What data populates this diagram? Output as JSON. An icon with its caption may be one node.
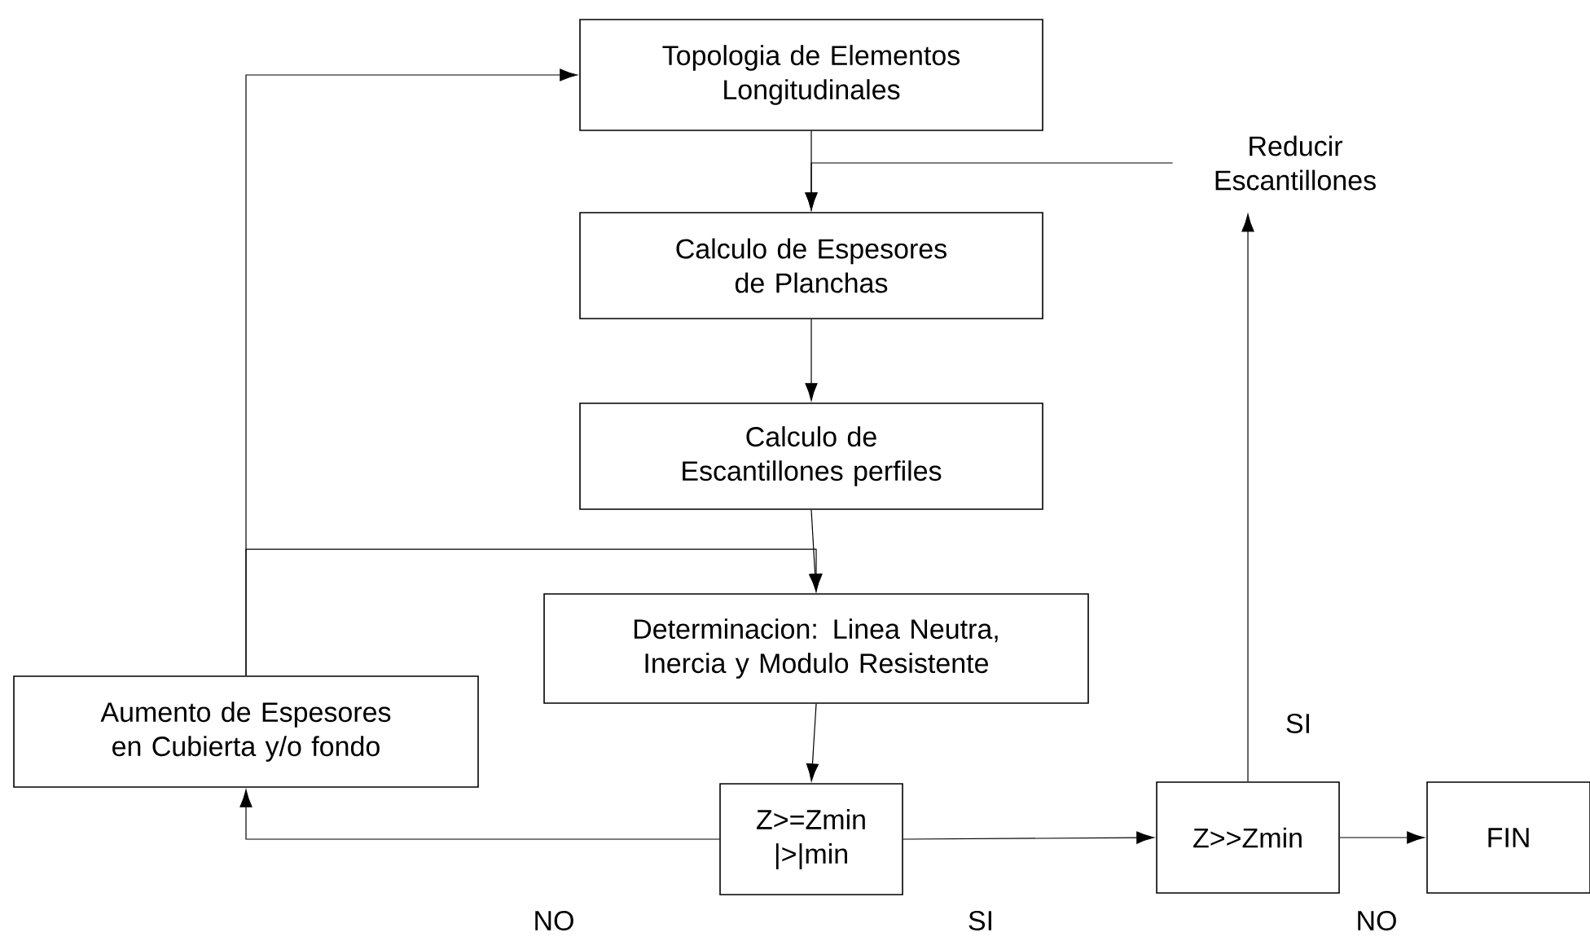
{
  "diagram": {
    "nodes": [
      {
        "text": [
          "Topologia de Elementos Longitudinales"
        ]
      },
      {
        "text": [
          "Reducir Escantillones"
        ]
      },
      {
        "text": [
          "Calculo de Espesores de Planchas"
        ]
      },
      {
        "text": [
          "Calculo de Escantillones perfiles"
        ]
      },
      {
        "text": [
          "Determinacion: Linea Neutra, Inercia y Modulo Resistente"
        ]
      },
      {
        "text": [
          "Aumento de Espesores en Cubierta y/o fondo"
        ]
      },
      {
        "text": [
          "Z>=Zmin |>|min"
        ]
      },
      {
        "text": [
          "Z>>Zmin"
        ]
      },
      {
        "text": [
          "FIN"
        ]
      }
    ],
    "edges": [
      {
        "from": 0,
        "to": 2,
        "arrow": "to"
      },
      {
        "from": 1,
        "to": 2,
        "arrow": "to"
      },
      {
        "from": 2,
        "to": 3,
        "arrow": "to"
      },
      {
        "from": 3,
        "to": 4,
        "arrow": "to"
      },
      {
        "from": 4,
        "to": 6,
        "arrow": "to"
      },
      {
        "from": 6,
        "to": 5,
        "arrow": "to",
        "label": "NO"
      },
      {
        "from": 5,
        "to": 0,
        "arrow": "to"
      },
      {
        "from": 5,
        "to": 4,
        "arrow": "to"
      },
      {
        "from": 6,
        "to": 7,
        "arrow": "to",
        "label": "SI"
      },
      {
        "from": 7,
        "to": 1,
        "arrow": "to",
        "label": "SI"
      },
      {
        "from": 7,
        "to": 8,
        "arrow": "to",
        "label": "NO"
      }
    ]
  }
}
